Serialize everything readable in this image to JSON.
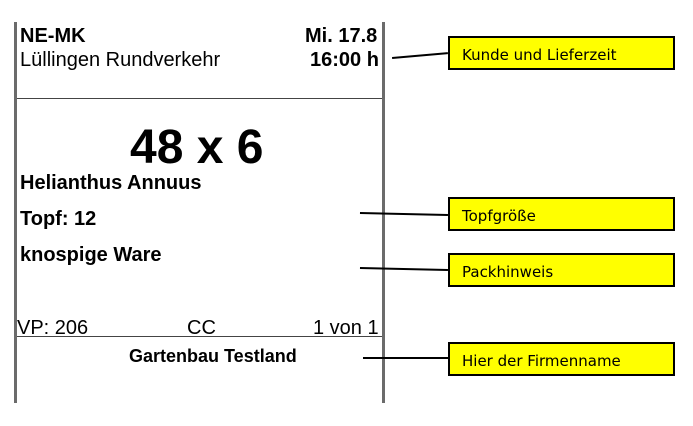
{
  "label": {
    "customer_code": "NE-MK",
    "route": "Lüllingen Rundverkehr",
    "date": "Mi. 17.8",
    "time": "16:00 h",
    "quantity": "48 x 6",
    "product": "Helianthus Annuus",
    "pot_size": "Topf: 12",
    "packing_note": "knospige Ware",
    "vp": "VP: 206",
    "cc": "CC",
    "page": "1 von 1",
    "company": "Gartenbau Testland"
  },
  "callouts": [
    {
      "text": "Kunde und Lieferzeit"
    },
    {
      "text": "Topfgröße"
    },
    {
      "text": "Packhinweis"
    },
    {
      "text": "Hier der Firmenname"
    }
  ],
  "colors": {
    "callout_bg": "#ffff00",
    "border": "#6b6b6b"
  }
}
